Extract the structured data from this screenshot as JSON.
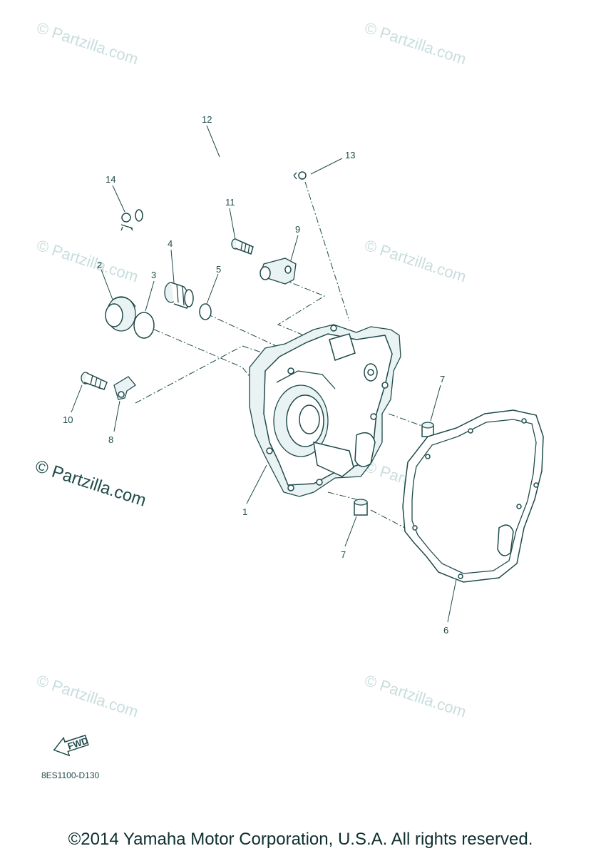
{
  "watermarks": {
    "small": "© Partzilla.com",
    "large": "© Partzilla.com"
  },
  "callouts": [
    "1",
    "2",
    "3",
    "4",
    "5",
    "6",
    "7",
    "7",
    "8",
    "9",
    "10",
    "11",
    "12",
    "13",
    "14"
  ],
  "fwd_label": "FWD",
  "diagram_code": "8ES1100-D130",
  "copyright": "©2014 Yamaha Motor Corporation, U.S.A. All rights reserved.",
  "colors": {
    "ink": "#1f4a4a",
    "watermark": "#c9dddd"
  }
}
